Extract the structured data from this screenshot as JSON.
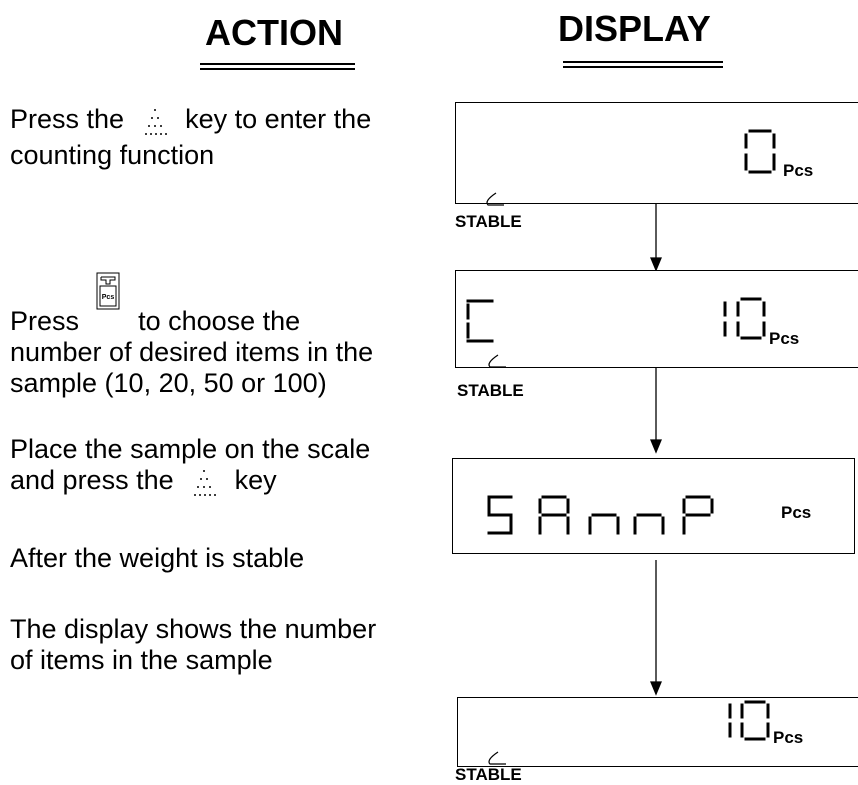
{
  "headers": {
    "action": "ACTION",
    "display": "DISPLAY"
  },
  "steps": [
    {
      "line1_pre": "Press the",
      "line1_post": "key to enter the",
      "line2": "counting function"
    },
    {
      "line1_pre": "Press",
      "line1_post": "to choose the",
      "line2": "number of desired items in the",
      "line3": "sample (10, 20, 50 or 100)",
      "key_label": "Pcs"
    },
    {
      "line1": "Place the sample on the scale",
      "line2_pre": "and press the",
      "line2_post": "key"
    },
    {
      "line1": "After the weight is stable"
    },
    {
      "line1": "The display shows the number",
      "line2": "of items in the sample"
    }
  ],
  "displays": [
    {
      "digits": "0",
      "unit": "Pcs",
      "status": "STABLE",
      "stable_indicator": true
    },
    {
      "left": "C",
      "digits": "10",
      "unit": "Pcs",
      "status": "STABLE",
      "stable_indicator": true
    },
    {
      "digits": "SAmP",
      "unit": "Pcs",
      "stable_indicator": false
    },
    {
      "digits": "10",
      "unit": "Pcs",
      "status": "STABLE",
      "stable_indicator": true
    }
  ],
  "icons": {
    "tare_key": "dotted-triangle-icon",
    "count_key": "weight-pcs-icon",
    "stable": "stable-indicator-icon"
  }
}
